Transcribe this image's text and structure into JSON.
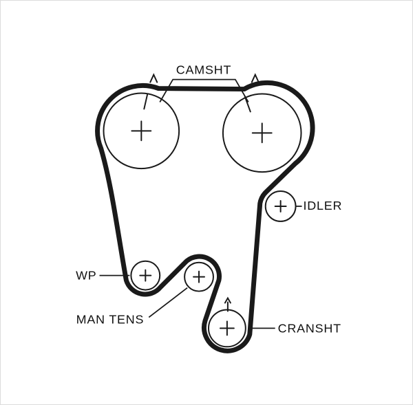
{
  "diagram": {
    "labels": {
      "camshaft": "CAMSHT",
      "idler": "IDLER",
      "water_pump": "WP",
      "manual_tensioner": "MAN TENS",
      "crankshaft": "CRANSHT"
    },
    "colors": {
      "ink": "#1a1a1a",
      "background": "#ffffff",
      "frame_border": "#dcdcdc"
    },
    "markers": {
      "pulley_center": "plus-crosshair",
      "timing_mark": "caret-and-tick"
    }
  }
}
